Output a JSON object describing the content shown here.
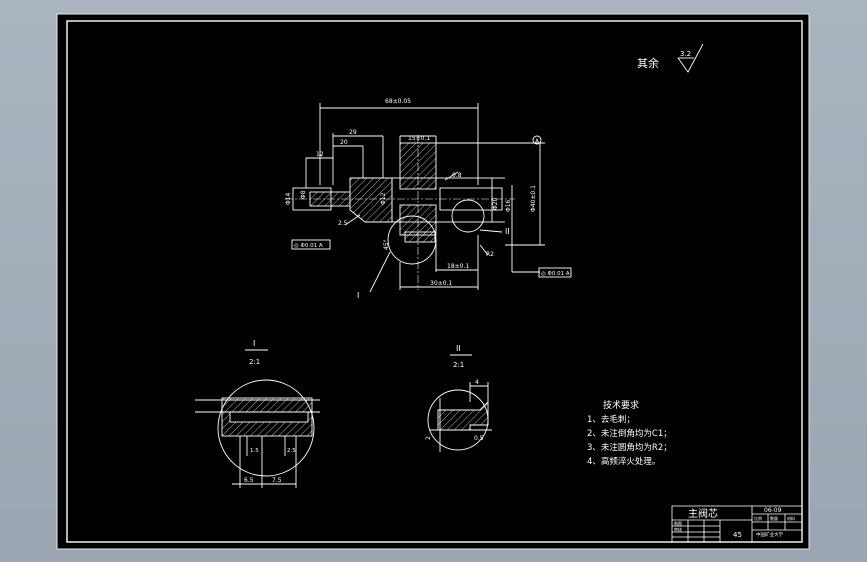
{
  "drawing": {
    "surface_symbol": {
      "label": "其余",
      "value": "3.2"
    },
    "dimensions": {
      "overall_length": "68±0.05",
      "left_29": "29",
      "left_20": "20",
      "left_12": "12",
      "top_15": "15±0.1",
      "dia_left": "Φ14",
      "dia_small": "Φ8",
      "dia_mid": "Φ12",
      "dia_16": "Φ16",
      "dia_h": "Φ20",
      "right_dia": "Φ40±0.1",
      "bottom_18": "18±0.1",
      "bottom_30": "30±0.1",
      "chamfer_top": "0.8",
      "chamfer_bottom": "R2",
      "angle_note": "45°",
      "side_note": "2.5",
      "datum_a": "A"
    },
    "tolerance_frames": {
      "left": "◎ Φ0.01 A",
      "right": "◎ Φ0.01 A"
    },
    "detail_callouts": {
      "left": "I",
      "right": "II"
    }
  },
  "details": {
    "detail_1": {
      "label": "I",
      "scale": "2:1",
      "dim_a": "6.5",
      "dim_b": "7.5",
      "dim_c": "1.5",
      "dim_d": "2.5"
    },
    "detail_2": {
      "label": "II",
      "scale": "2:1",
      "dim_a": "4",
      "dim_b": "0.5",
      "dim_c": "2"
    }
  },
  "tech_requirements": {
    "title": "技术要求",
    "items": [
      "1、去毛刺；",
      "2、未注倒角均为C1；",
      "3、未注圆角均为R2；",
      "4、高频淬火处理。"
    ]
  },
  "title_block": {
    "part_name": "主阀芯",
    "code": "06-09",
    "material": "45",
    "scale_label": "比例",
    "qty_label": "数量",
    "material_label": "材料",
    "draw_label": "制图",
    "check_label": "审核",
    "school": "中国矿业大学"
  },
  "colors": {
    "background": "#000000",
    "line": "#ffffff",
    "frame": "#a3adb8"
  }
}
